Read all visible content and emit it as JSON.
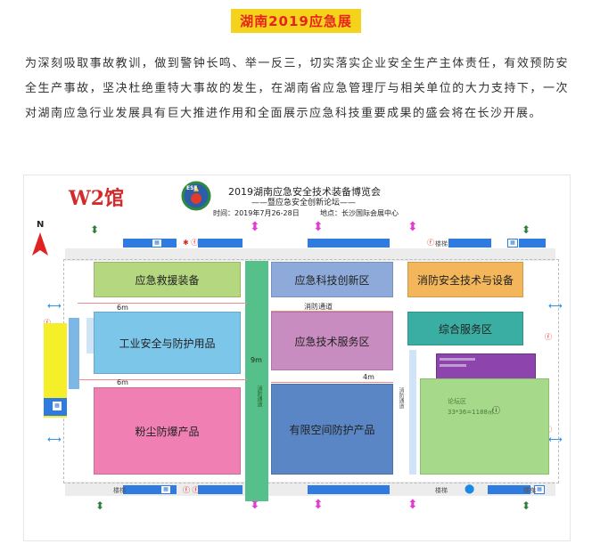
{
  "header": {
    "title": "湖南2019应急展"
  },
  "intro": {
    "paragraph": "为深刻吸取事故教训，做到警钟长鸣、举一反三，切实落实企业安全生产主体责任，有效预防安全生产事故，坚决杜绝重特大事故的发生，在湖南省应急管理厅与相关单位的大力支持下，一次对湖南应急行业发展具有巨大推进作用和全面展示应急科技重要成果的盛会将在长沙开展。"
  },
  "map": {
    "hall": "W2馆",
    "north": "N",
    "logo_text": "ESE",
    "expo_title": "2019湖南应急安全技术装备博览会",
    "expo_subtitle": "——暨应急安全创新论坛——",
    "time_label": "时间：2019年7月26-28日",
    "place_label": "地点：长沙国际会展中心",
    "zones": {
      "rescue": "应急救援装备",
      "tech_innovation": "应急科技创新区",
      "fire_safety": "消防安全技术与设备",
      "industrial": "工业安全与防护用品",
      "tech_service": "应急技术服务区",
      "service_area": "综合服务区",
      "dust": "粉尘防爆产品",
      "confined": "有限空间防护产品",
      "forum": "论坛区",
      "forum_size": "33*36=1188㎡"
    },
    "passage_label": "消防通道",
    "vertical_passage": "消防通道",
    "right_passage": "消防通道",
    "width_6m_a": "6m",
    "width_6m_b": "6m",
    "width_9m": "9m",
    "width_4m": "4m",
    "stair_a": "楼梯",
    "stair_b": "楼梯",
    "stair_c": "楼梯",
    "stair_d": "楼梯"
  },
  "colors": {
    "title_bg": "#f5d21b",
    "title_fg": "#e8231d",
    "rescue": "#b4d77f",
    "tech_innovation": "#8eaadb",
    "fire_safety": "#f4b65a",
    "industrial": "#7cc6ea",
    "tech_service": "#c98cc0",
    "service_area": "#3aaea3",
    "dust": "#f07fb4",
    "confined": "#5a86c6",
    "forum": "#a7d98a",
    "passage_green": "#55c08a",
    "yellow_block": "#f5ef2a"
  },
  "icons": [
    "north-arrow-icon",
    "esc-logo-icon",
    "stair-icon",
    "elevator-icon",
    "fire-extinguisher-icon",
    "location-pin-icon"
  ]
}
